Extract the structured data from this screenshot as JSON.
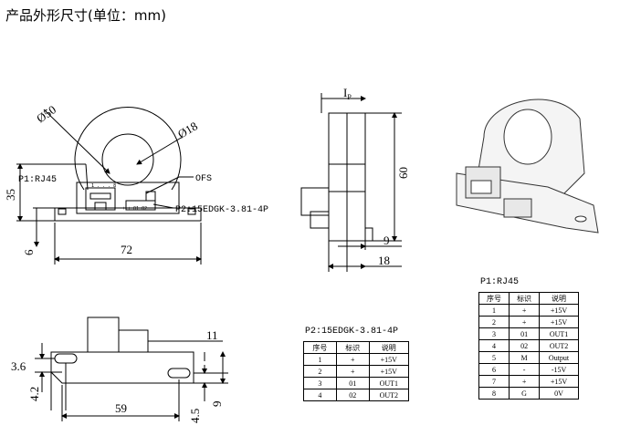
{
  "title": "产品外形尺寸(单位：mm)",
  "dimensions": {
    "outer_dia": "Ø50",
    "hole_dia": "Ø18",
    "height_35": "35",
    "base_6": "6",
    "width_72": "72",
    "ip": "I",
    "ip_sub": "P",
    "height_60": "60",
    "d9": "9",
    "d18": "18",
    "d11": "11",
    "d36": "3.6",
    "d42": "4.2",
    "d59": "59",
    "d45": "4.5",
    "d9b": "9"
  },
  "labels": {
    "p1": "P1:RJ45",
    "ofs": "OFS",
    "p2": "P2:15EDGK-3.81-4P",
    "rj_pins": "1 . . . 8",
    "p2_pins": "+ + 01 02"
  },
  "p2_table": {
    "caption": "P2:15EDGK-3.81-4P",
    "headers": [
      "序号",
      "标识",
      "说明"
    ],
    "rows": [
      [
        "1",
        "+",
        "+15V"
      ],
      [
        "2",
        "+",
        "+15V"
      ],
      [
        "3",
        "01",
        "OUT1"
      ],
      [
        "4",
        "02",
        "OUT2"
      ]
    ]
  },
  "p1_table": {
    "caption": "P1:RJ45",
    "headers": [
      "序号",
      "标识",
      "说明"
    ],
    "rows": [
      [
        "1",
        "+",
        "+15V"
      ],
      [
        "2",
        "+",
        "+15V"
      ],
      [
        "3",
        "01",
        "OUT1"
      ],
      [
        "4",
        "02",
        "OUT2"
      ],
      [
        "5",
        "M",
        "Output"
      ],
      [
        "6",
        "-",
        "-15V"
      ],
      [
        "7",
        "+",
        "+15V"
      ],
      [
        "8",
        "G",
        "0V"
      ]
    ]
  }
}
